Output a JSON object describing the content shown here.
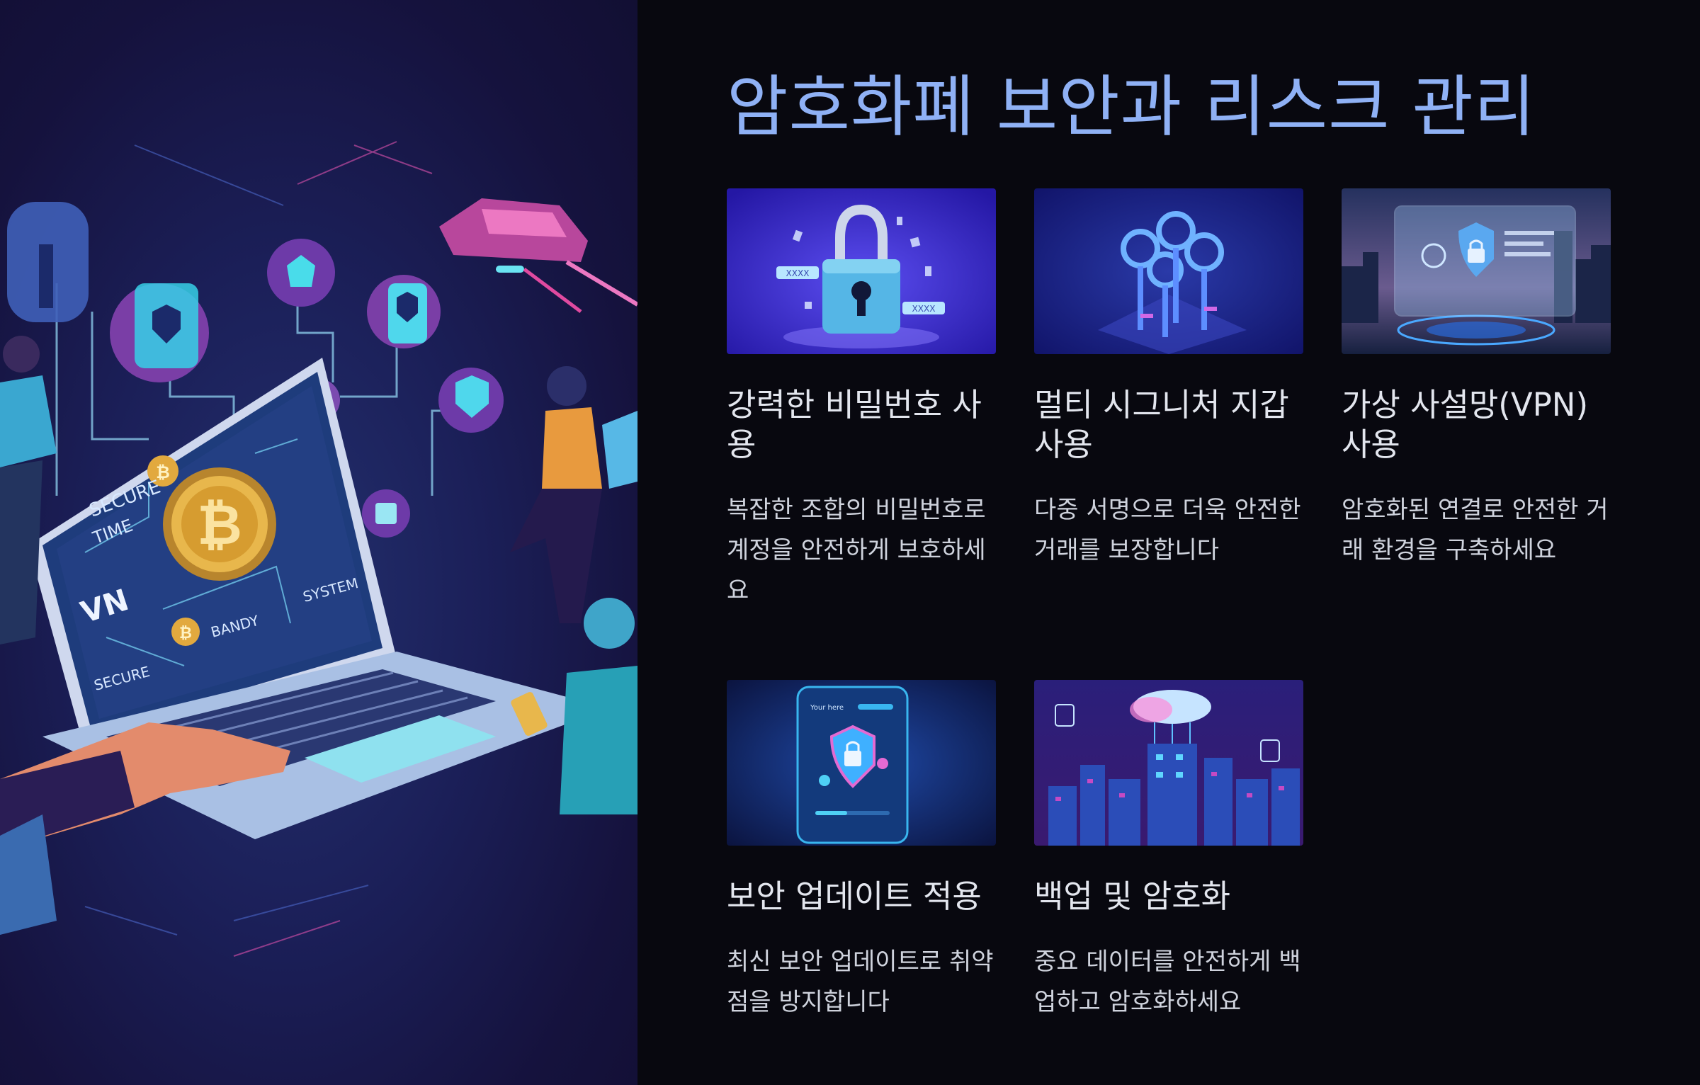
{
  "title": "암호화폐 보안과 리스크 관리",
  "hero": {
    "icon": "cybersecurity-laptop-illustration",
    "overlay_labels": [
      "SECURE",
      "TIME",
      "VN",
      "BANDY",
      "SYSTEM",
      "SECURE"
    ]
  },
  "cards": [
    {
      "icon": "padlock-icon",
      "title": "강력한 비밀번호 사용",
      "desc": "복잡한 조합의 비밀번호로 계정을 안전하게 보호하세요",
      "thumb_labels": [
        "XXXX",
        "XXXX"
      ]
    },
    {
      "icon": "keys-icon",
      "title": "멀티 시그니처 지갑 사용",
      "desc": "다중 서명으로 더욱 안전한 거래를 보장합니다"
    },
    {
      "icon": "vpn-shield-icon",
      "title": "가상 사설망(VPN) 사용",
      "desc": "암호화된 연결로 안전한 거래 환경을 구축하세요"
    },
    {
      "icon": "security-shield-icon",
      "title": "보안 업데이트 적용",
      "desc": "최신 보안 업데이트로 취약점을 방지합니다",
      "thumb_labels": [
        "Your here"
      ]
    },
    {
      "icon": "cloud-city-icon",
      "title": "백업 및 암호화",
      "desc": "중요 데이터를 안전하게 백업하고 암호화하세요"
    }
  ],
  "colors": {
    "background": "#08080f",
    "title": "#8fb1f5",
    "card_title": "#e3e6ee",
    "card_desc": "#cfd3dd"
  }
}
